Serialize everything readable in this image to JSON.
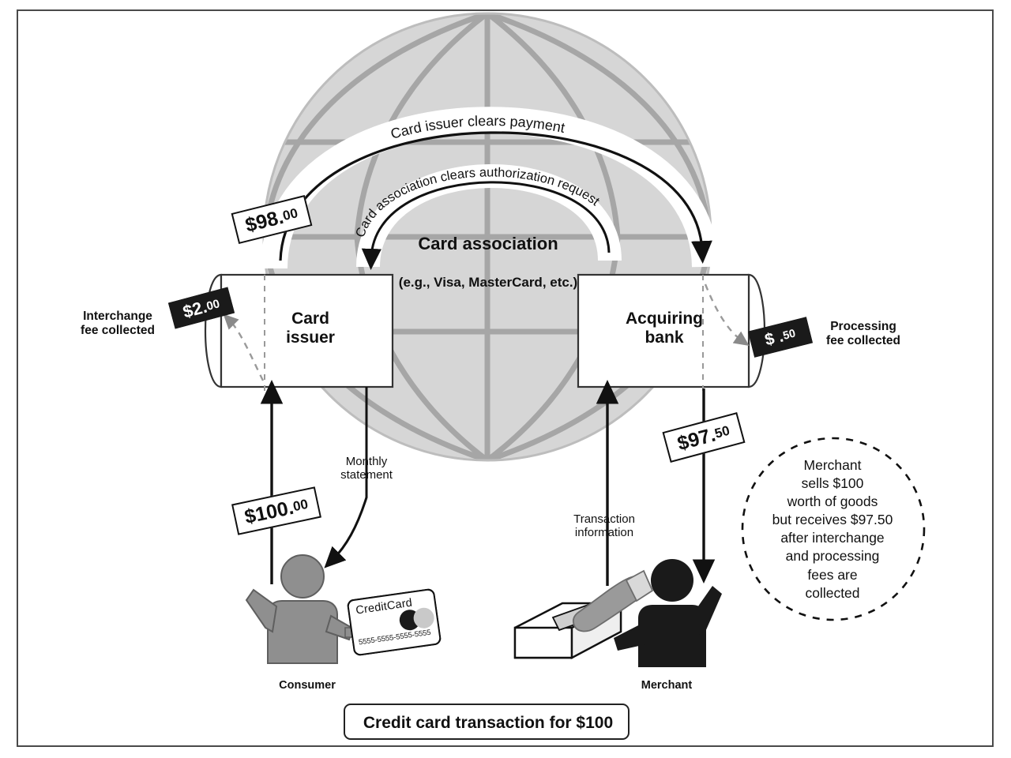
{
  "diagram": {
    "title": "Credit card transaction for $100",
    "center": {
      "name": "Card association",
      "examples": "(e.g., Visa, MasterCard, etc.)"
    },
    "nodes": {
      "issuer": "Card\nissuer",
      "issuer_line1": "Card",
      "issuer_line2": "issuer",
      "acquirer_line1": "Acquiring",
      "acquirer_line2": "bank"
    },
    "arcs": {
      "outer": "Card issuer clears payment",
      "inner": "Card association clears authorization request"
    },
    "fees": {
      "interchange_caption": "Interchange\nfee collected",
      "interchange_caption_line1": "Interchange",
      "interchange_caption_line2": "fee collected",
      "interchange_amount_dollars": "$2.",
      "interchange_amount_cents": "00",
      "processing_caption_line1": "Processing",
      "processing_caption_line2": "fee collected",
      "processing_amount_dollars": "$ .",
      "processing_amount_cents": "50"
    },
    "amounts": {
      "consumer_payment_dollars": "$100.",
      "consumer_payment_cents": "00",
      "issuer_settlement_dollars": "$98.",
      "issuer_settlement_cents": "00",
      "merchant_receipt_dollars": "$97.",
      "merchant_receipt_cents": "50"
    },
    "flows": {
      "monthly_statement_line1": "Monthly",
      "monthly_statement_line2": "statement",
      "transaction_info_line1": "Transaction",
      "transaction_info_line2": "information"
    },
    "actors": {
      "consumer": "Consumer",
      "merchant": "Merchant"
    },
    "note": {
      "lines": [
        "Merchant",
        "sells $100",
        "worth of goods",
        "but receives $97.50",
        "after interchange",
        "and processing",
        "fees are",
        "collected"
      ]
    },
    "card": {
      "brand": "CreditCard",
      "number": "5555-5555-5555-5555"
    },
    "colors": {
      "globe_fill": "#d6d6d6",
      "globe_line": "#a6a6a6",
      "consumer_gray": "#8f8f8f",
      "merchant_black": "#1a1a1a",
      "tag_black": "#1a1a1a",
      "frame": "#4a4a4a"
    }
  }
}
